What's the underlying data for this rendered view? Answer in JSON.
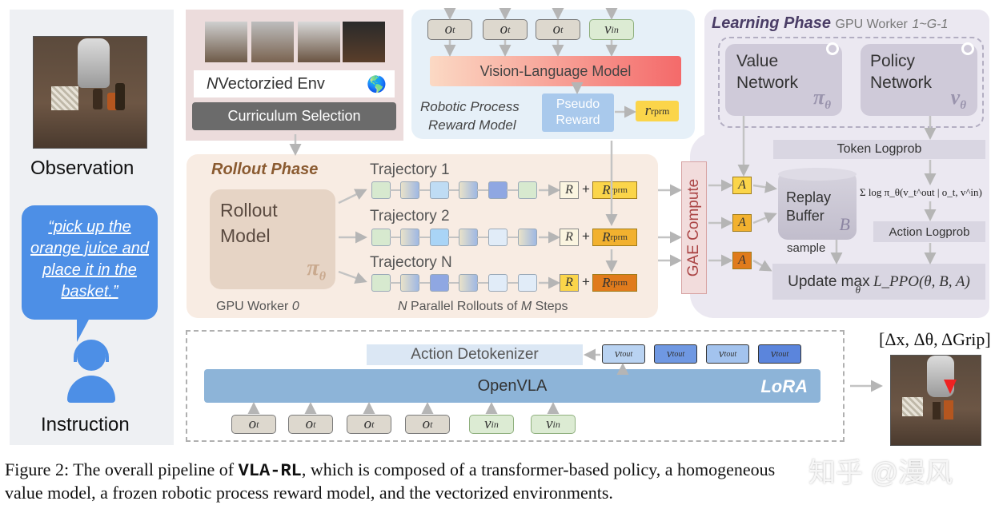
{
  "left": {
    "observation_label": "Observation",
    "instruction_quote": "“pick up the orange juice and place it in the basket.”",
    "instruction_label": "Instruction"
  },
  "env": {
    "vectorized_env_n": "N",
    "vectorized_env_rest": " Vectorzied Env",
    "curriculum_label": "Curriculum Selection",
    "globe_icon": "🌎"
  },
  "rprm": {
    "inputs": [
      "o_t",
      "o_t",
      "o_t",
      "v^in"
    ],
    "vlm_label": "Vision-Language Model",
    "title_line1": "Robotic Process",
    "title_line2": "Reward Model",
    "pseudo_reward_line1": "Pseudo",
    "pseudo_reward_line2": "Reward",
    "r_symbol": "r",
    "r_superscript": "rprm"
  },
  "learning": {
    "title": "Learning Phase",
    "worker_label": "GPU Worker",
    "worker_range": "1~G-1",
    "value_network_line1": "Value",
    "value_network_line2": "Network",
    "value_symbol": "π",
    "value_subscript": "θ",
    "policy_network_line1": "Policy",
    "policy_network_line2": "Network",
    "policy_symbol": "v",
    "policy_subscript": "θ",
    "token_logprob": "Token Logprob",
    "replay_line1": "Replay",
    "replay_line2": "Buffer",
    "replay_symbol": "B",
    "sum_formula": "Σ log π_θ(v_t^out | o_t, v^in)",
    "action_logprob": "Action Logprob",
    "sample_label": "sample",
    "update_label": "Update max",
    "update_sub": "θ",
    "update_formula": "L_PPO(θ, B, A)",
    "a_symbol": "A"
  },
  "rollout": {
    "title": "Rollout Phase",
    "model_line1": "Rollout",
    "model_line2": "Model",
    "model_symbol": "π",
    "model_subscript": "θ",
    "worker_label": "GPU Worker",
    "worker_index": "0",
    "trajectories": [
      "Trajectory 1",
      "Trajectory 2",
      "Trajectory N"
    ],
    "r_label": "R",
    "plus": "+",
    "R_symbol": "R",
    "R_superscript": "rprm",
    "parallel_n": "N",
    "parallel_mid": " Parallel Rollouts of ",
    "parallel_m": "M",
    "parallel_end": " Steps",
    "gae_label": "GAE Compute"
  },
  "openvla": {
    "detokenizer_label": "Action Detokenizer",
    "model_label": "OpenVLA",
    "lora_label": "LoRA",
    "vout_labels": [
      "v_t^out",
      "v_t^out",
      "v_t^out",
      "v_t^out"
    ],
    "inputs": [
      "o_t",
      "o_t",
      "o_t",
      "o_t",
      "v^in",
      "v^in"
    ]
  },
  "output": {
    "action_label": "[Δx, Δθ, ΔGrip]"
  },
  "caption": {
    "prefix": "Figure 2: The overall pipeline of ",
    "name": "VLA-RL",
    "line1_rest": ", which is composed of a transformer-based policy, a homogeneous",
    "line2": "value model, a frozen robotic process reward model, and the vectorized environments."
  },
  "watermark": "知乎 @漫风",
  "colors": {
    "rollout_bg": "#f8ece3",
    "rprm_bg": "#e6f0f8",
    "learning_bg": "#ebe8f1",
    "openvla_bar": "#8db4d8",
    "gae_bg": "#f2dcdc",
    "a_orange": "#e8a040",
    "rprm_yellow": "#fbd54a"
  }
}
